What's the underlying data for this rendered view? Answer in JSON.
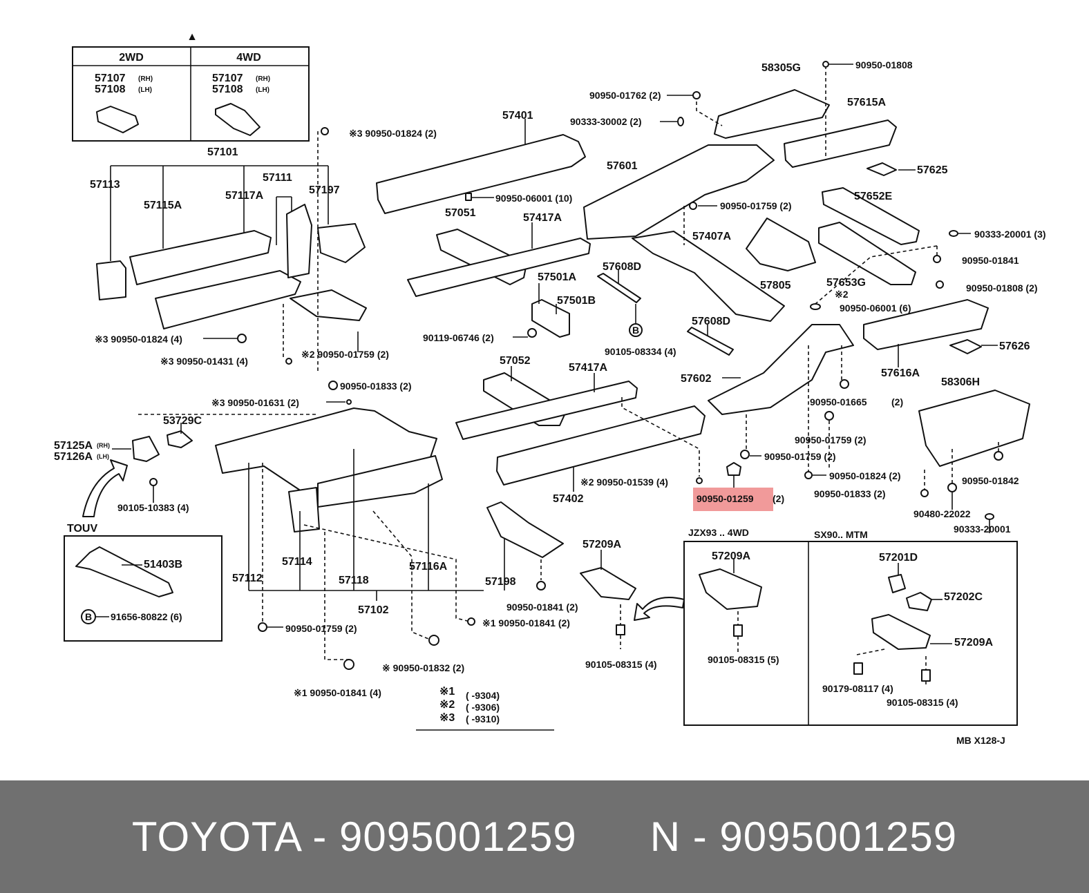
{
  "diagram": {
    "variant_box": {
      "symbol": "▲",
      "col_2wd": "2WD",
      "col_4wd": "4WD",
      "rh_num": "57107",
      "rh_tag": "(RH)",
      "lh_num": "57108",
      "lh_tag": "(LH)"
    },
    "labels": {
      "p57101": "57101",
      "p57113": "57113",
      "p57115A": "57115A",
      "p57117A": "57117A",
      "p57111": "57111",
      "p57197": "57197",
      "f_3_01824_top": "※3 90950-01824 (2)",
      "p57401": "57401",
      "f_06001_10": "90950-06001 (10)",
      "p57051": "57051",
      "p57417A_top": "57417A",
      "p58305G": "58305G",
      "f_01808_top": "90950-01808",
      "f_01762": "90950-01762 (2)",
      "f_30002": "90333-30002 (2)",
      "p57615A": "57615A",
      "p57601": "57601",
      "p57625": "57625",
      "f_01759_mid": "90950-01759 (2)",
      "p57652E": "57652E",
      "p57407A": "57407A",
      "f_20001_3": "90333-20001 (3)",
      "f_01841_r": "90950-01841",
      "p57805": "57805",
      "p57653G": "57653G",
      "f_01808_r": "90950-01808 (2)",
      "mark_2_r": "※2",
      "f_06001_6": "90950-06001 (6)",
      "p57626": "57626",
      "p57608D_top": "57608D",
      "p57501A": "57501A",
      "p57501B": "57501B",
      "f_06746": "90119-06746 (2)",
      "f_08334": "90105-08334 (4)",
      "p57608D_mid": "57608D",
      "f_3_01824_l": "※3  90950-01824 (4)",
      "f_2_01759": "※2 90950-01759 (2)",
      "f_3_01431": "※3  90950-01431 (4)",
      "f_01833_mid": "90950-01833 (2)",
      "f_3_01631": "※3 90950-01631 (2)",
      "p57052": "57052",
      "p57417A_mid": "57417A",
      "p57602": "57602",
      "f_01665": "90950-01665",
      "f_01665_q": "(2)",
      "p57616A": "57616A",
      "p58306H": "58306H",
      "f_01759_r1": "90950-01759 (2)",
      "f_01759_r2": "90950-01759 (2)",
      "f_01824_r": "90950-01824 (2)",
      "f_01842": "90950-01842",
      "f_01833_r": "90950-01833 (2)",
      "f_22022": "90480-22022",
      "f_20001_b": "90333-20001",
      "p57125A": "57125A",
      "p57125A_tag": "(RH)",
      "p57126A": "57126A",
      "p57126A_tag": "(LH)",
      "p53729C": "53729C",
      "f_10383": "90105-10383 (4)",
      "f_2_01539": "※2 90950-01539 (4)",
      "p57402": "57402",
      "highlight_part": "90950-01259",
      "highlight_qty": "(2)",
      "touv": "TOUV",
      "p51403B": "51403B",
      "f_80822": "91656-80822 (6)",
      "p57112": "57112",
      "p57114": "57114",
      "p57118": "57118",
      "p57116A": "57116A",
      "p57198": "57198",
      "p57102": "57102",
      "p57209A_mid": "57209A",
      "f_01841_c": "90950-01841 (2)",
      "f_1_01841": "※1 90950-01841 (2)",
      "f_01759_bl": "90950-01759 (2)",
      "f_01832": "※ 90950-01832 (2)",
      "f_1_01841_4": "※1 90950-01841 (4)",
      "f_08315_4": "90105-08315 (4)",
      "jzx_title": "JZX93 .. 4WD",
      "sx90_title": "SX90.. MTM",
      "p57209A_j": "57209A",
      "f_08315_5": "90105-08315 (5)",
      "p57201D": "57201D",
      "p57202C": "57202C",
      "p57209A_s": "57209A",
      "f_08117": "90179-08117 (4)",
      "f_08315_s": "90105-08315 (4)",
      "note1_mark": "※1",
      "note1_text": "(       -9304)",
      "note2_mark": "※2",
      "note2_text": "(       -9306)",
      "note3_mark": "※3",
      "note3_text": "(       -9310)",
      "ref": "MB  X128-J",
      "circle_b1": "B",
      "circle_b2": "B"
    }
  },
  "footer": {
    "text": "TOYOTA - 9095001259      N - 9095001259"
  },
  "colors": {
    "footer_bg": "#707070",
    "highlight": "#f19a9a",
    "footer_text": "#ffffff"
  }
}
